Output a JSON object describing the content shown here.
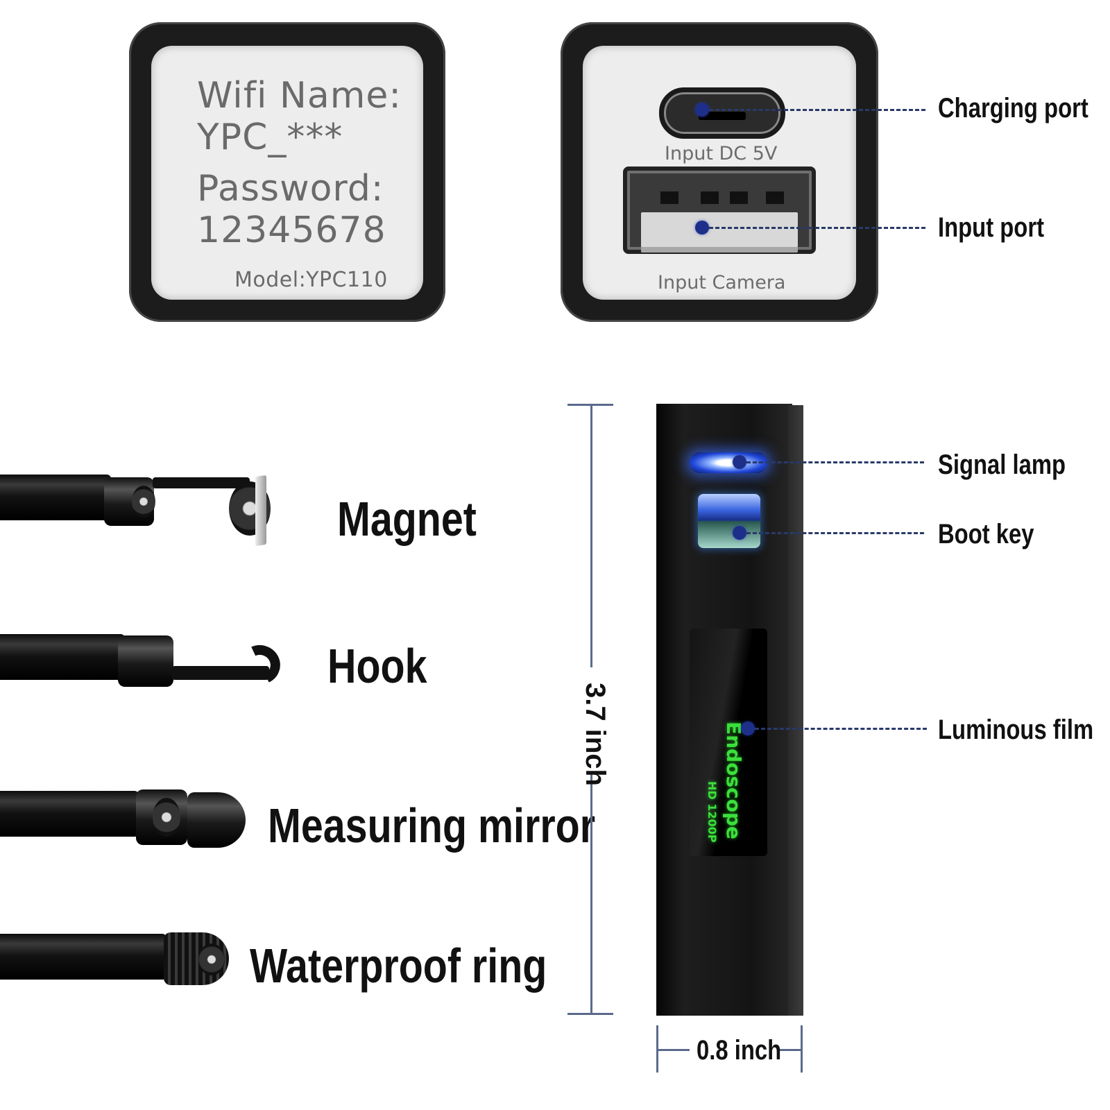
{
  "wifi_label": {
    "name_heading": "Wifi Name:",
    "name_value": "YPC_***",
    "password_heading": "Password:",
    "password_value": "12345678",
    "model": "Model:YPC110"
  },
  "ports_panel": {
    "dc_label": "Input DC 5V",
    "camera_label": "Input Camera"
  },
  "callouts": {
    "charging_port": "Charging port",
    "input_port": "Input port",
    "signal_lamp": "Signal lamp",
    "boot_key": "Boot key",
    "luminous_film": "Luminous film"
  },
  "attachments": [
    {
      "label": "Magnet"
    },
    {
      "label": "Hook"
    },
    {
      "label": "Measuring mirror"
    },
    {
      "label": "Waterproof ring"
    }
  ],
  "dimensions": {
    "height": "3.7 inch",
    "width": "0.8 inch"
  },
  "device_film": {
    "brand": "Endoscope",
    "resolution": "HD 1200P"
  },
  "colors": {
    "callout_dot": "#1d2f88",
    "dash": "#283a6a",
    "lamp_glow": "#2046d8",
    "film_text": "#3be03b"
  }
}
